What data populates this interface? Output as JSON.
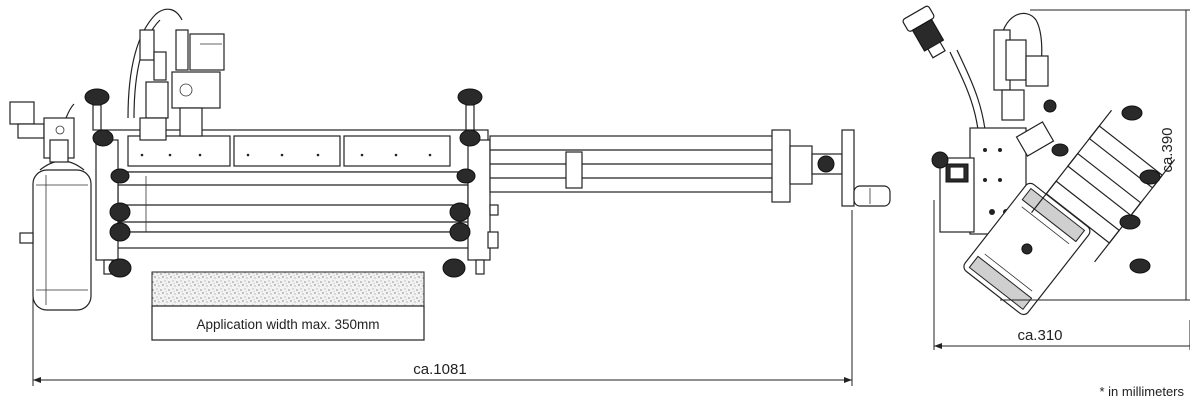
{
  "labels": {
    "application_width": "Application width max. 350mm",
    "overall_length": "ca.1081",
    "side_width": "ca.310",
    "side_height": "ca.390",
    "units_note": "* in millimeters"
  }
}
